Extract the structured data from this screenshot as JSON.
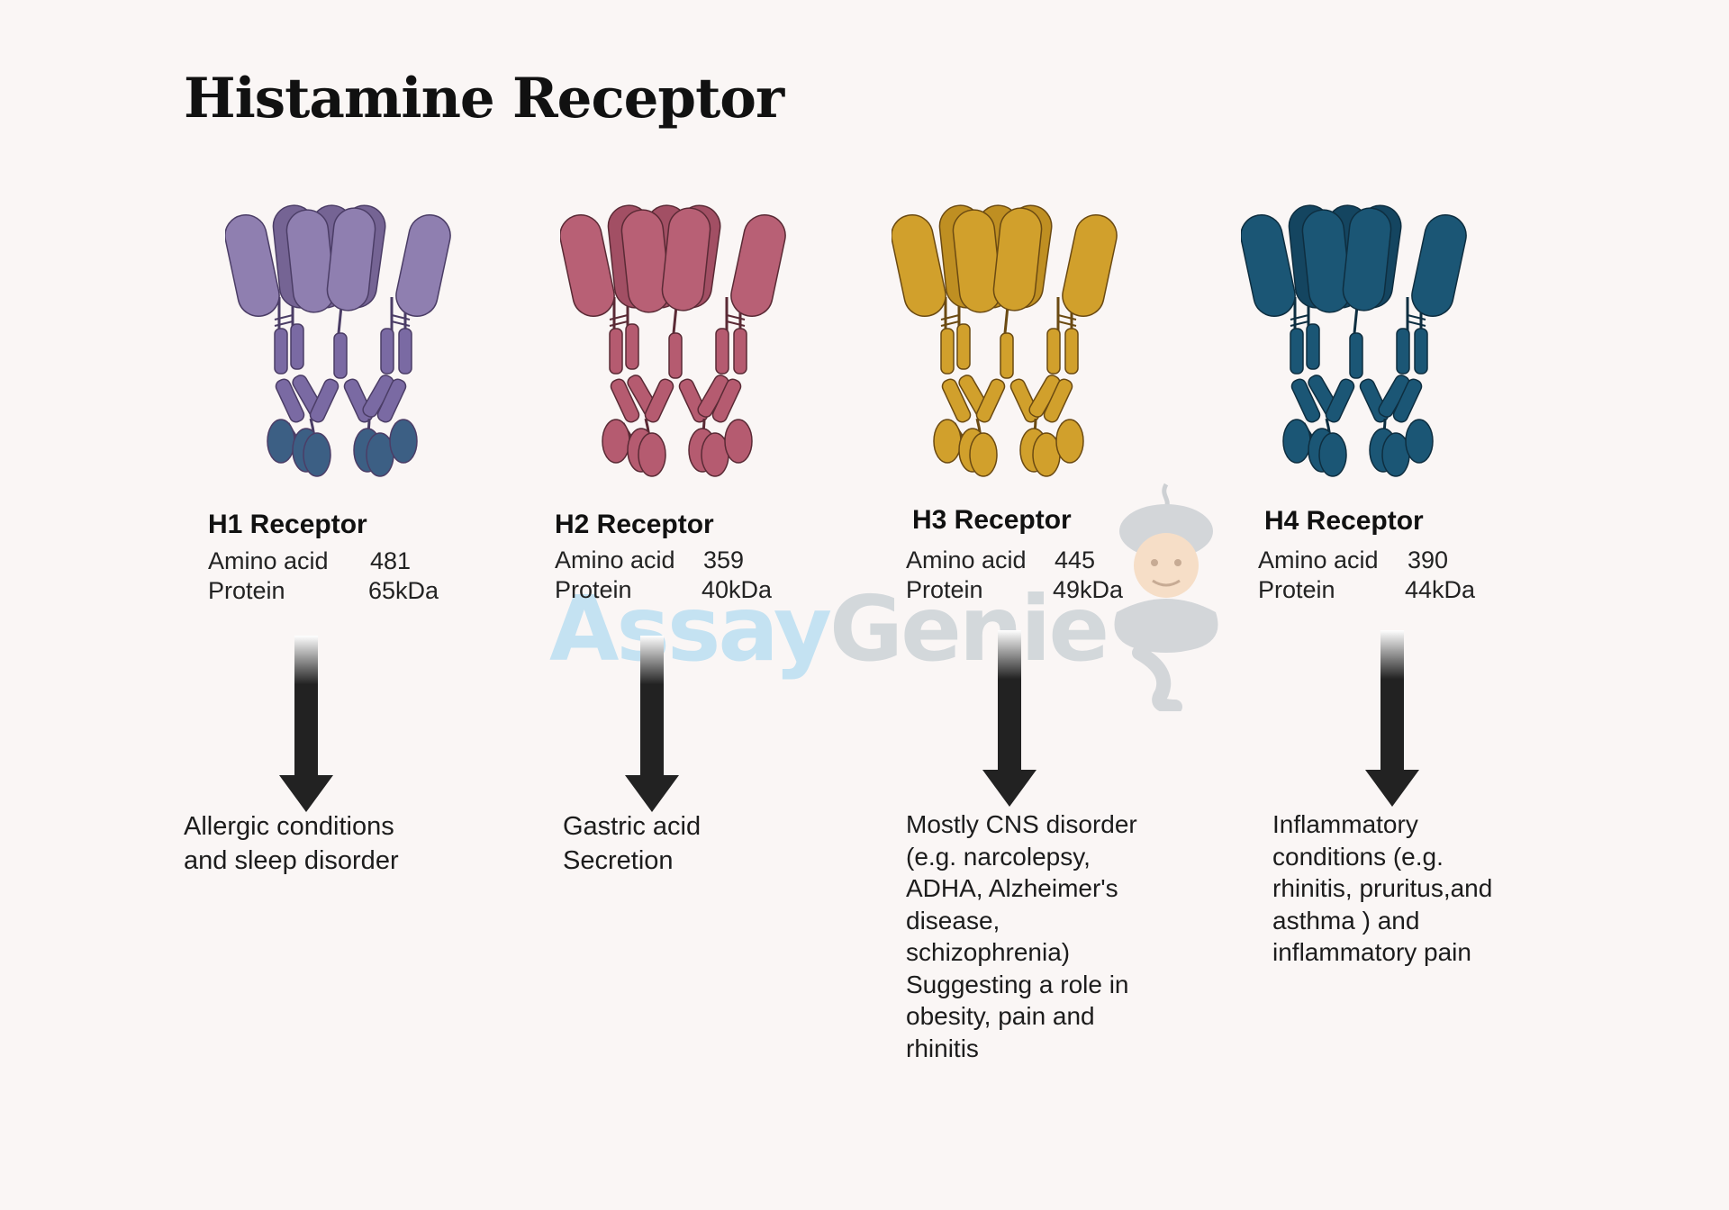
{
  "title": "Histamine Receptor",
  "watermark": {
    "part1": "Assay",
    "part2": "Genie"
  },
  "labels": {
    "amino_acid": "Amino acid",
    "protein": "Protein"
  },
  "receptors": [
    {
      "name": "H1 Receptor",
      "amino_acid": "481",
      "protein": "65kDa",
      "outcome": "Allergic conditions\nand sleep disorder",
      "colors": {
        "head": "#8f7fb0",
        "headDark": "#756494",
        "mid": "#7a6aa3",
        "foot": "#3c5f84",
        "line": "#4b3d66"
      }
    },
    {
      "name": "H2 Receptor",
      "amino_acid": "359",
      "protein": "40kDa",
      "outcome": "Gastric acid\nSecretion",
      "colors": {
        "head": "#b86075",
        "headDark": "#a24f64",
        "mid": "#b55b70",
        "foot": "#b55b70",
        "line": "#5a2a35"
      }
    },
    {
      "name": "H3 Receptor",
      "amino_acid": "445",
      "protein": "49kDa",
      "outcome": "Mostly CNS disorder\n(e.g. narcolepsy,\nADHA, Alzheimer's\ndisease,\nschizophrenia)\nSuggesting a role in\nobesity, pain and\nrhinitis",
      "colors": {
        "head": "#d1a02c",
        "headDark": "#bf8f22",
        "mid": "#d1a02c",
        "foot": "#d1a02c",
        "line": "#6b4a12"
      }
    },
    {
      "name": "H4 Receptor",
      "amino_acid": "390",
      "protein": "44kDa",
      "outcome": "Inflammatory\nconditions (e.g.\nrhinitis, pruritus,and\nasthma ) and\ninflammatory pain",
      "colors": {
        "head": "#1b5675",
        "headDark": "#144560",
        "mid": "#1b5675",
        "foot": "#1b5675",
        "line": "#0e2e40"
      }
    }
  ]
}
